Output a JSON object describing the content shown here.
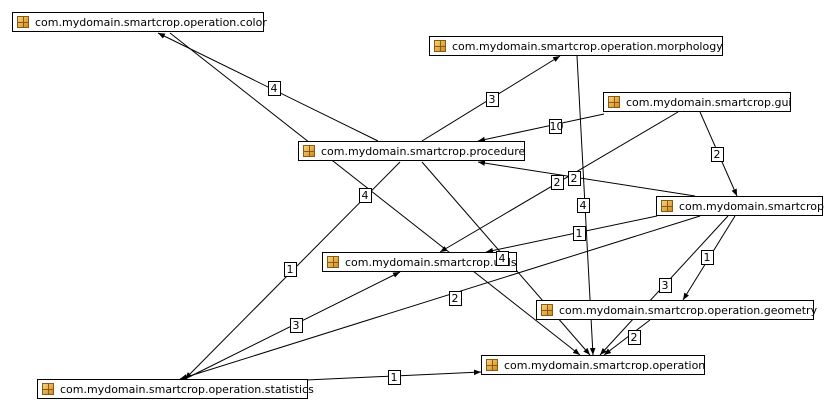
{
  "nodes": [
    {
      "id": "color",
      "label": "com.mydomain.smartcrop.operation.color",
      "icon": "package-icon"
    },
    {
      "id": "morphology",
      "label": "com.mydomain.smartcrop.operation.morphology",
      "icon": "package-icon"
    },
    {
      "id": "gui",
      "label": "com.mydomain.smartcrop.gui",
      "icon": "package-icon"
    },
    {
      "id": "procedure",
      "label": "com.mydomain.smartcrop.procedure",
      "icon": "package-icon"
    },
    {
      "id": "smartcrop",
      "label": "com.mydomain.smartcrop",
      "icon": "package-icon"
    },
    {
      "id": "utils",
      "label": "com.mydomain.smartcrop.utils",
      "icon": "package-icon"
    },
    {
      "id": "geometry",
      "label": "com.mydomain.smartcrop.operation.geometry",
      "icon": "package-icon"
    },
    {
      "id": "operation",
      "label": "com.mydomain.smartcrop.operation",
      "icon": "package-icon"
    },
    {
      "id": "statistics",
      "label": "com.mydomain.smartcrop.operation.statistics",
      "icon": "package-icon"
    }
  ],
  "edges": [
    {
      "from": "procedure",
      "to": "color",
      "label": "4"
    },
    {
      "from": "procedure",
      "to": "morphology",
      "label": "3"
    },
    {
      "from": "gui",
      "to": "procedure",
      "label": "10"
    },
    {
      "from": "gui",
      "to": "smartcrop",
      "label": "2"
    },
    {
      "from": "gui",
      "to": "utils",
      "label": "2"
    },
    {
      "from": "smartcrop",
      "to": "procedure",
      "label": "2"
    },
    {
      "from": "smartcrop",
      "to": "utils",
      "label": "1"
    },
    {
      "from": "smartcrop",
      "to": "geometry",
      "label": "1"
    },
    {
      "from": "smartcrop",
      "to": "operation",
      "label": "3"
    },
    {
      "from": "smartcrop",
      "to": "statistics",
      "label": "2"
    },
    {
      "from": "color",
      "to": "operation",
      "label": "4"
    },
    {
      "from": "morphology",
      "to": "operation",
      "label": "4"
    },
    {
      "from": "procedure",
      "to": "operation",
      "label": "4"
    },
    {
      "from": "procedure",
      "to": "statistics",
      "label": "1"
    },
    {
      "from": "statistics",
      "to": "utils",
      "label": "3"
    },
    {
      "from": "statistics",
      "to": "operation",
      "label": "1"
    },
    {
      "from": "geometry",
      "to": "operation",
      "label": "2"
    }
  ]
}
